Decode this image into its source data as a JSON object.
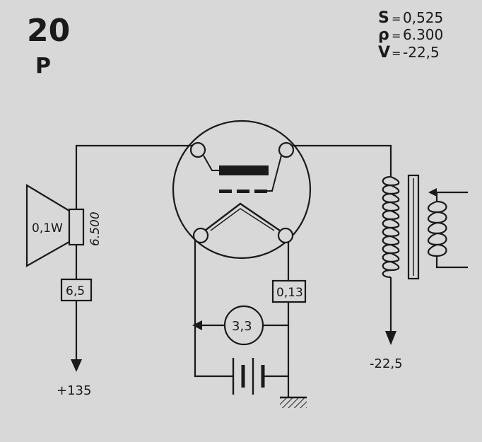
{
  "header": {
    "number": "20",
    "letter": "P",
    "params": [
      {
        "symbol": "S",
        "value": "0,525"
      },
      {
        "symbol": "ρ",
        "value": "6.300"
      },
      {
        "symbol": "V",
        "value": "-22,5"
      }
    ],
    "equals_sign": "="
  },
  "speaker": {
    "power_label": "0,1W",
    "impedance_label": "6.500"
  },
  "boxes": {
    "left_box": "6,5",
    "right_box": "0,13",
    "circle_meter": "3,3"
  },
  "terminals": {
    "plus_supply": "+135",
    "minus_bias": "-22,5"
  },
  "colors": {
    "background": "#d8d8d8",
    "ink": "#1a1a1a"
  }
}
